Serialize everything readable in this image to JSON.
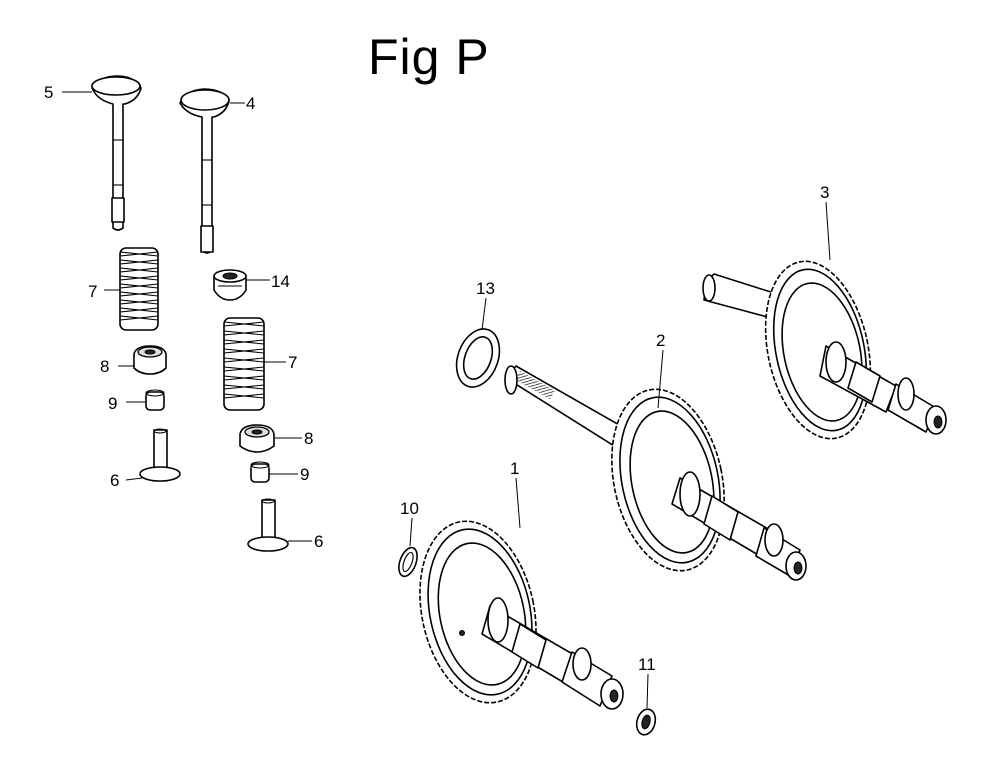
{
  "figure": {
    "title": "Fig P"
  },
  "callouts": {
    "c1": "1",
    "c2": "2",
    "c3": "3",
    "c4": "4",
    "c5": "5",
    "c6a": "6",
    "c6b": "6",
    "c7a": "7",
    "c7b": "7",
    "c8a": "8",
    "c8b": "8",
    "c9a": "9",
    "c9b": "9",
    "c10": "10",
    "c11": "11",
    "c13": "13",
    "c14": "14"
  }
}
